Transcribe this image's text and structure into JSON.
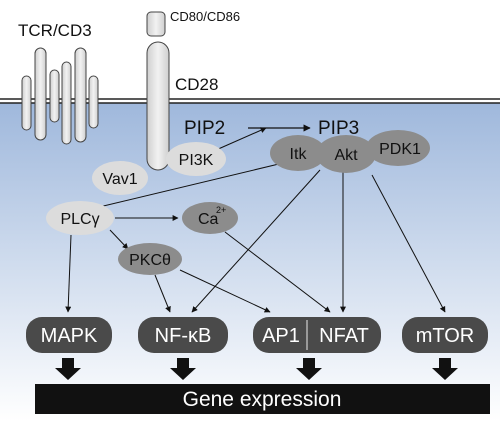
{
  "labels": {
    "tcr": "TCR/CD3",
    "cd80": "CD80/CD86",
    "cd28": "CD28",
    "pip2": "PIP2",
    "pip3": "PIP3",
    "vav1": "Vav1",
    "pi3k": "PI3K",
    "itk": "Itk",
    "akt": "Akt",
    "pdk1": "PDK1",
    "plcg": "PLCγ",
    "ca": "Ca",
    "ca_sup": "2+",
    "pkct": "PKCθ",
    "mapk": "MAPK",
    "nfkb": "NF-κB",
    "ap1": "AP1",
    "nfat": "NFAT",
    "mtor": "mTOR",
    "gene": "Gene expression"
  },
  "colors": {
    "membrane_gradient_top": "#9fb8dc",
    "membrane_gradient_bottom": "#ffffff",
    "light_node": "#dcdcdc",
    "dark_node": "#8c8c8c",
    "tf_box": "#4a4a4a",
    "gene_bar": "#111111",
    "receptor_fill": "#e4e4e4",
    "text_dark": "#111111",
    "text_light": "#ffffff"
  }
}
